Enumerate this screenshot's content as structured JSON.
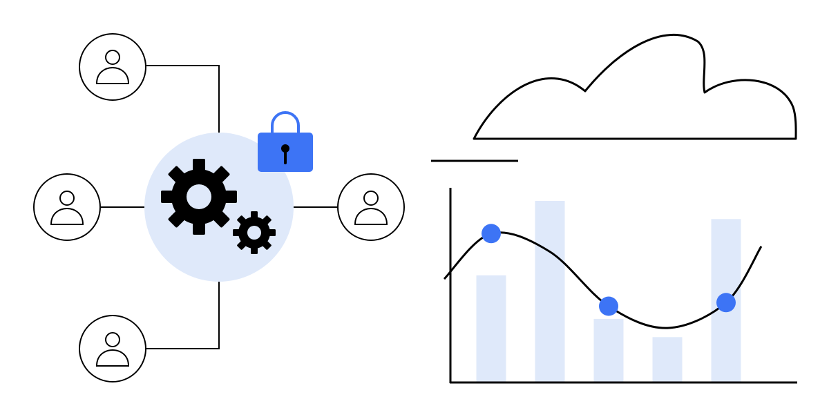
{
  "colors": {
    "stroke": "#000000",
    "accent": "#3d74f5",
    "light_fill": "#dfe9fa",
    "background": "#ffffff"
  },
  "icons": {
    "users": [
      "user-icon",
      "user-icon",
      "user-icon",
      "user-icon"
    ],
    "hub": [
      "large-gear-icon",
      "small-gear-icon"
    ],
    "security": "padlock-icon",
    "cloud": "cloud-icon"
  },
  "chart_data": {
    "type": "bar",
    "bars": [
      {
        "x": 1,
        "y": 0.59
      },
      {
        "x": 2,
        "y": 1.0
      },
      {
        "x": 3,
        "y": 0.35
      },
      {
        "x": 4,
        "y": 0.25
      },
      {
        "x": 5,
        "y": 0.9
      }
    ],
    "line_points": [
      {
        "x": 1,
        "y": 0.82
      },
      {
        "x": 3,
        "y": 0.42
      },
      {
        "x": 5,
        "y": 0.44
      }
    ],
    "curve": [
      {
        "x": 0.2,
        "y": 0.57
      },
      {
        "x": 1,
        "y": 0.82
      },
      {
        "x": 2,
        "y": 0.72
      },
      {
        "x": 3,
        "y": 0.42
      },
      {
        "x": 4,
        "y": 0.3
      },
      {
        "x": 5,
        "y": 0.44
      },
      {
        "x": 5.6,
        "y": 0.75
      }
    ],
    "xlim": [
      0,
      6
    ],
    "ylim": [
      0,
      1.05
    ],
    "grid": false,
    "legend": "none"
  }
}
